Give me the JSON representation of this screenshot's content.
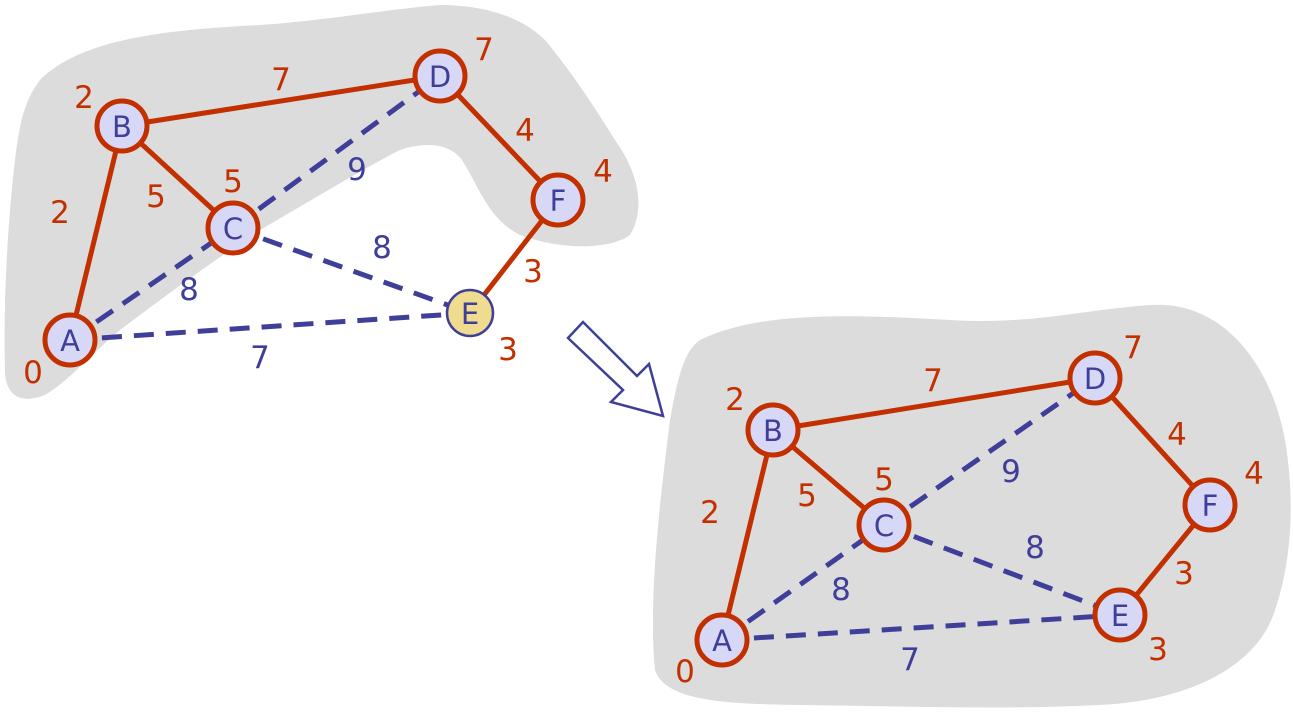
{
  "colors": {
    "cloud": "#dcdcdc",
    "tree_edge": "#c33000",
    "candidate_edge": "#3f3f99",
    "node_fill": "#d6d8f5",
    "node_stroke": "#c33000",
    "new_node_fill": "#f0dc8e",
    "new_node_stroke": "#3f3f99",
    "node_text": "#3f3f99",
    "tree_label": "#c33000",
    "candidate_label": "#3f3f99",
    "arrow": "#3f3f99"
  },
  "before": {
    "nodes": [
      {
        "id": "A",
        "label": "A",
        "distance": "0"
      },
      {
        "id": "B",
        "label": "B",
        "distance": "2"
      },
      {
        "id": "C",
        "label": "C",
        "distance": "5"
      },
      {
        "id": "D",
        "label": "D",
        "distance": "7"
      },
      {
        "id": "F",
        "label": "F",
        "distance": "4"
      },
      {
        "id": "E",
        "label": "E",
        "distance": "3",
        "newly_added": true
      }
    ],
    "edges": [
      {
        "from": "A",
        "to": "B",
        "weight": "2",
        "in_tree": true
      },
      {
        "from": "B",
        "to": "C",
        "weight": "5",
        "in_tree": true
      },
      {
        "from": "B",
        "to": "D",
        "weight": "7",
        "in_tree": true
      },
      {
        "from": "D",
        "to": "F",
        "weight": "4",
        "in_tree": true
      },
      {
        "from": "F",
        "to": "E",
        "weight": "3",
        "in_tree": true
      },
      {
        "from": "C",
        "to": "D",
        "weight": "9",
        "in_tree": false
      },
      {
        "from": "A",
        "to": "C",
        "weight": "8",
        "in_tree": false
      },
      {
        "from": "C",
        "to": "E",
        "weight": "8",
        "in_tree": false
      },
      {
        "from": "A",
        "to": "E",
        "weight": "7",
        "in_tree": false
      }
    ]
  },
  "after": {
    "nodes": [
      {
        "id": "A",
        "label": "A",
        "distance": "0"
      },
      {
        "id": "B",
        "label": "B",
        "distance": "2"
      },
      {
        "id": "C",
        "label": "C",
        "distance": "5"
      },
      {
        "id": "D",
        "label": "D",
        "distance": "7"
      },
      {
        "id": "F",
        "label": "F",
        "distance": "4"
      },
      {
        "id": "E",
        "label": "E",
        "distance": "3"
      }
    ],
    "edges": [
      {
        "from": "A",
        "to": "B",
        "weight": "2",
        "in_tree": true
      },
      {
        "from": "B",
        "to": "C",
        "weight": "5",
        "in_tree": true
      },
      {
        "from": "B",
        "to": "D",
        "weight": "7",
        "in_tree": true
      },
      {
        "from": "D",
        "to": "F",
        "weight": "4",
        "in_tree": true
      },
      {
        "from": "F",
        "to": "E",
        "weight": "3",
        "in_tree": true
      },
      {
        "from": "C",
        "to": "D",
        "weight": "9",
        "in_tree": false
      },
      {
        "from": "A",
        "to": "C",
        "weight": "8",
        "in_tree": false
      },
      {
        "from": "C",
        "to": "E",
        "weight": "8",
        "in_tree": false
      },
      {
        "from": "A",
        "to": "E",
        "weight": "7",
        "in_tree": false
      }
    ]
  },
  "arrow_icon": "hollow-arrow-down-right"
}
